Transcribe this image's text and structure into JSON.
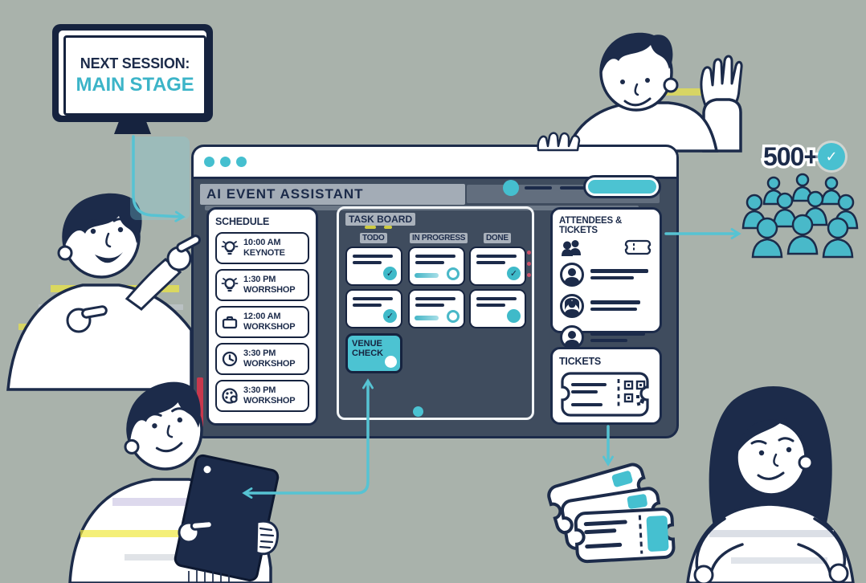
{
  "colors": {
    "navy": "#1c2b4a",
    "teal": "#4cc3d2",
    "window_bg": "#3f4c5e",
    "streak_gray": "#a9b1bb",
    "accent_red": "#e0354a",
    "accent_yellow": "#f0e83e",
    "background": "#a9b2ab"
  },
  "icons": {
    "check": "✓"
  },
  "monitor": {
    "line1": "NEXT SESSION:",
    "line2": "MAIN STAGE"
  },
  "window": {
    "title": "AI EVENT ASSISTANT",
    "schedule": {
      "title": "SCHEDULE",
      "items": [
        {
          "icon": "lightbulb-icon",
          "time": "10:00 AM",
          "label": "KEYNOTE"
        },
        {
          "icon": "lightbulb-icon",
          "time": "1:30 PM",
          "label": "WORRSHOP"
        },
        {
          "icon": "briefcase-icon",
          "time": "12:00 AM",
          "label": "WORKSHOP"
        },
        {
          "icon": "clock-icon",
          "time": "3:30 PM",
          "label": "WORKSHOP"
        },
        {
          "icon": "palette-icon",
          "time": "3:30 PM",
          "label": "WORKSHOP"
        }
      ]
    },
    "task_board": {
      "title": "TASK BOARD",
      "columns": [
        {
          "label": "TODO",
          "cards": [
            {
              "status": "checked"
            },
            {
              "status": "checked"
            }
          ]
        },
        {
          "label": "IN PROGRESS",
          "cards": [
            {
              "status": "progress"
            },
            {
              "status": "progress"
            }
          ]
        },
        {
          "label": "DONE",
          "cards": [
            {
              "status": "checked"
            },
            {
              "status": "dot"
            }
          ]
        }
      ],
      "venue_card": {
        "label": "VENUE CHECK"
      }
    },
    "attendees": {
      "title": "ATTENDEES & TICKETS"
    },
    "tickets": {
      "title": "TICKETS"
    }
  },
  "capacity_badge": {
    "count": "500+"
  }
}
